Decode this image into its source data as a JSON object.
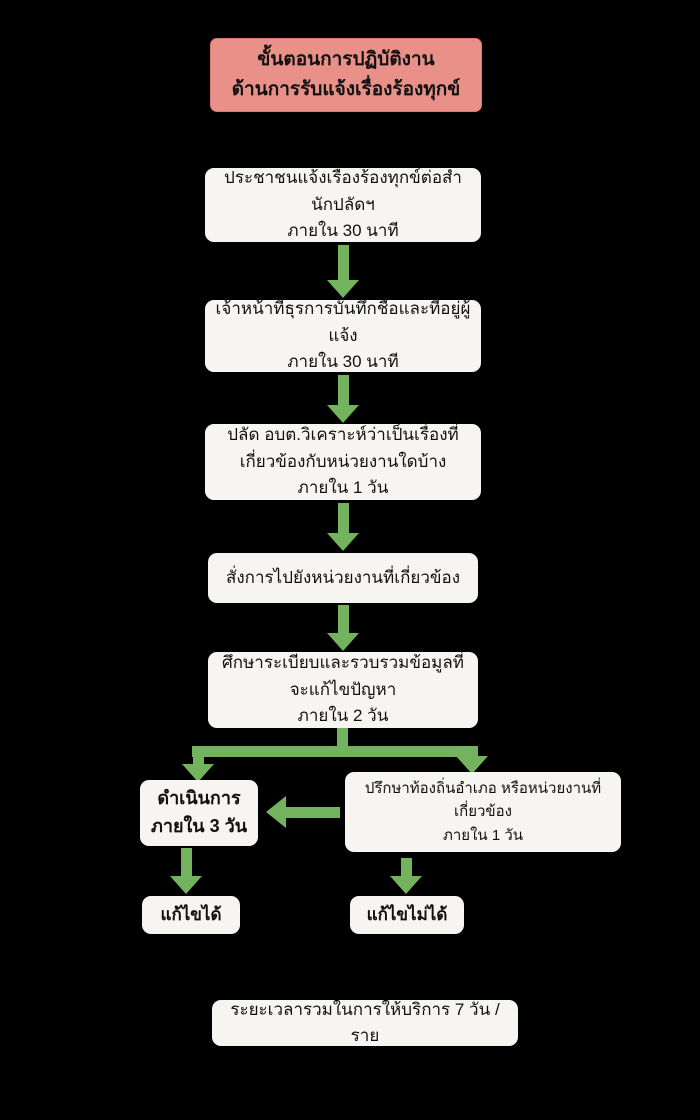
{
  "title": {
    "lines": [
      "ขั้นตอนการปฏิบัติงาน",
      "ด้านการรับแจ้งเรื่องร้องทุกข์"
    ]
  },
  "steps": [
    {
      "lines": [
        "ประชาชนแจ้งเรื่องร้องทุกข์ต่อสำนักปลัดฯ",
        "ภายใน 30 นาที"
      ]
    },
    {
      "lines": [
        "เจ้าหน้าที่ธุรการบันทึกชื่อและที่อยู่ผู้แจ้ง",
        "ภายใน 30 นาที"
      ]
    },
    {
      "lines": [
        "ปลัด อบต.วิเคราะห์ว่าเป็นเรื่องที่",
        "เกี่ยวข้องกับหน่วยงานใดบ้าง ภายใน 1 วัน"
      ]
    },
    {
      "lines": [
        "สั่งการไปยังหน่วยงานที่เกี่ยวข้อง"
      ]
    },
    {
      "lines": [
        "ศึกษาระเบียบและรวบรวมข้อมูลที่จะแก้ไขปัญหา",
        "ภายใน 2 วัน"
      ]
    }
  ],
  "branches": {
    "action": {
      "lines": [
        "ดำเนินการ",
        "ภายใน 3 วัน"
      ]
    },
    "consult": {
      "lines": [
        "ปรึกษาท้องถิ่นอำเภอ หรือหน่วยงานที่เกี่ยวข้อง",
        "ภายใน 1 วัน"
      ]
    }
  },
  "outcomes": {
    "resolved": "แก้ไขได้",
    "unresolved": "แก้ไขไม่ได้"
  },
  "footer": "ระยะเวลารวมในการให้บริการ 7 วัน / ราย",
  "colors": {
    "background": "#000000",
    "box_bg": "#f7f5f1",
    "title_bg": "#e99088",
    "title_border": "#d97b72",
    "arrow_green": "#74b35e",
    "text": "#111111"
  }
}
